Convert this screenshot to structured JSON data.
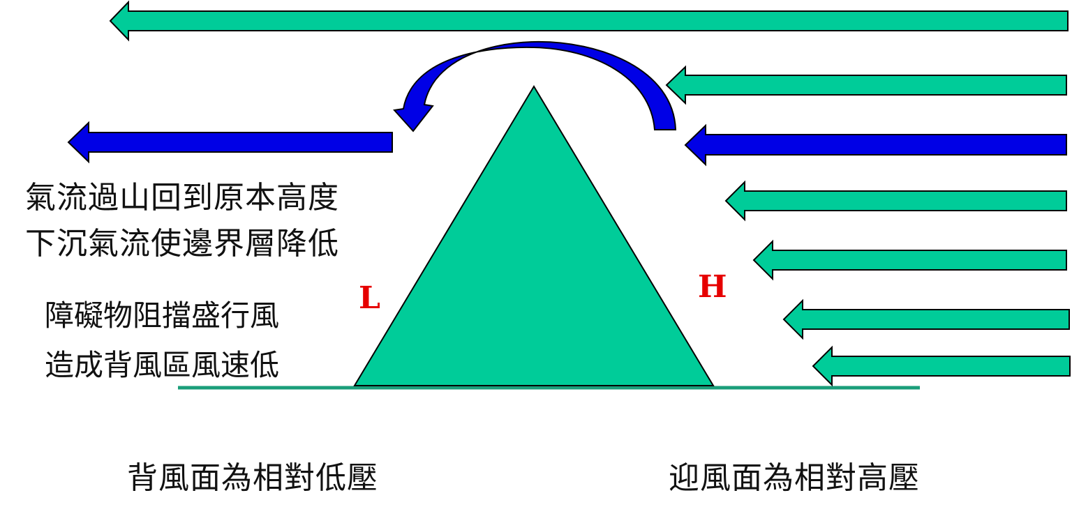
{
  "colors": {
    "flow_green": "#00CC99",
    "flow_blue": "#0000E6",
    "mountain": "#00CC99",
    "ground": "#1A9E7A",
    "pressure_letter": "#E60000",
    "outline": "#000000"
  },
  "text": {
    "upper_left_line1": "氣流過山回到原本高度",
    "upper_left_line2": "下沉氣流使邊界層降低",
    "lower_left_line1": "障礙物阻擋盛行風",
    "lower_left_line2": "造成背風區風速低",
    "leeward_caption": "背風面為相對低壓",
    "windward_caption": "迎風面為相對高壓",
    "low_letter": "L",
    "high_letter": "H"
  }
}
